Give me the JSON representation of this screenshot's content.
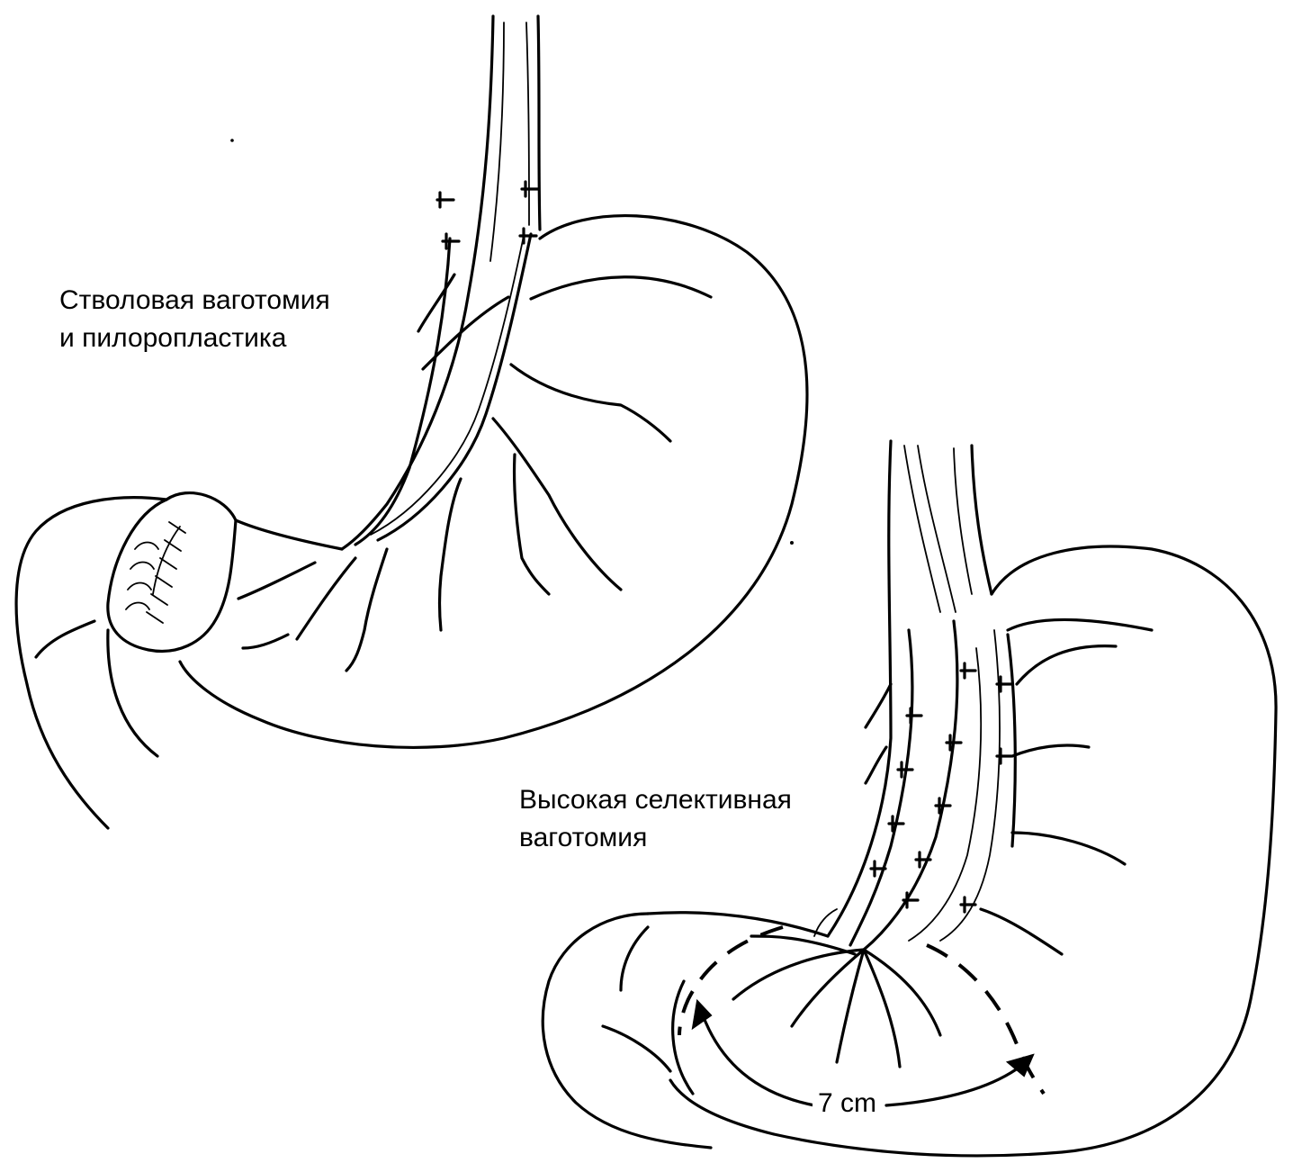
{
  "diagrams": {
    "trunk_vagotomy": {
      "caption_line1": "Стволовая ваготомия",
      "caption_line2": "и пилоропластика"
    },
    "highly_selective_vagotomy": {
      "caption_line1": "Высокая селективная",
      "caption_line2": "ваготомия",
      "measure_label": "7 cm"
    }
  },
  "colors": {
    "ink": "#000000",
    "paper": "#ffffff"
  }
}
